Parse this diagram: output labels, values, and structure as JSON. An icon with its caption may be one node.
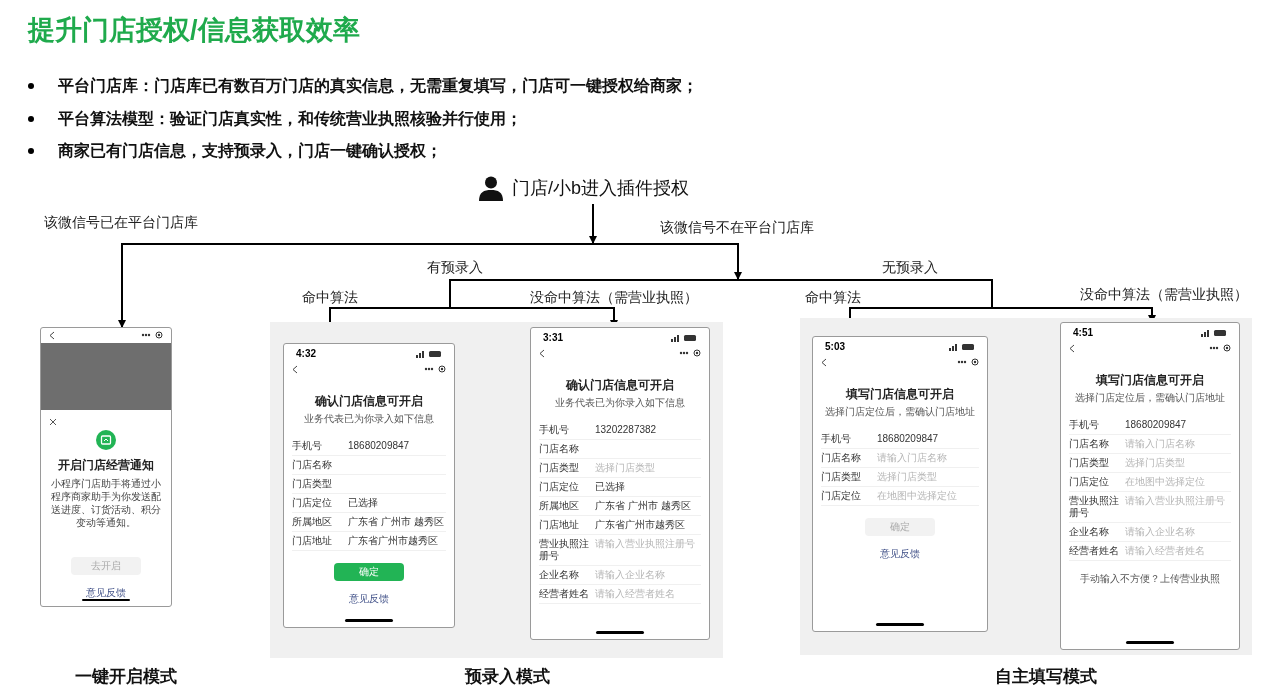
{
  "diagram": {
    "title": "提升门店授权/信息获取效率",
    "nodes": [
      {
        "text": [
          "门店/小b进入插件授权"
        ]
      },
      {
        "text": [
          "开启门店经营通知",
          "小程序门店助手将通过小程序商家助手为你发送配送进度、订货活动、积分变动等通知。",
          "去开启",
          "意见反馈"
        ],
        "beside": [
          "一键开启模式"
        ]
      },
      {
        "text": [],
        "shape": "box",
        "beside": [
          "预录入模式"
        ]
      },
      {
        "text": [
          "4:32",
          "确认门店信息可开启",
          "业务代表已为你录入如下信息",
          "手机号",
          "18680209847",
          "门店名称",
          "门店类型",
          "门店定位",
          "已选择",
          "所属地区",
          "广东省 广州市 越秀区",
          "门店地址",
          "广东省广州市越秀区",
          "确定",
          "意见反馈"
        ],
        "in": 2
      },
      {
        "text": [
          "3:31",
          "确认门店信息可开启",
          "业务代表已为你录入如下信息",
          "手机号",
          "13202287382",
          "门店名称",
          "门店类型",
          "选择门店类型",
          "门店定位",
          "已选择",
          "所属地区",
          "广东省 广州市 越秀区",
          "门店地址",
          "广东省广州市越秀区",
          "营业执照注册号",
          "请输入营业执照注册号",
          "企业名称",
          "请输入企业名称",
          "经营者姓名",
          "请输入经营者姓名"
        ],
        "in": 2
      },
      {
        "text": [],
        "shape": "box",
        "beside": [
          "自主填写模式"
        ]
      },
      {
        "text": [
          "5:03",
          "填写门店信息可开启",
          "选择门店定位后，需确认门店地址",
          "手机号",
          "18680209847",
          "门店名称",
          "请输入门店名称",
          "门店类型",
          "选择门店类型",
          "门店定位",
          "在地图中选择定位",
          "确定",
          "意见反馈"
        ],
        "in": 5
      },
      {
        "text": [
          "4:51",
          "填写门店信息可开启",
          "选择门店定位后，需确认门店地址",
          "手机号",
          "18680209847",
          "门店名称",
          "请输入门店名称",
          "门店类型",
          "选择门店类型",
          "门店定位",
          "在地图中选择定位",
          "营业执照注册号",
          "请输入营业执照注册号",
          "企业名称",
          "请输入企业名称",
          "经营者姓名",
          "请输入经营者姓名",
          "手动输入不方便？上传营业执照"
        ],
        "in": 5
      }
    ],
    "edges": [
      {
        "from": 0,
        "to": 1,
        "arrow": "to",
        "label": "该微信号已在平台门店库"
      },
      {
        "from": 0,
        "to": 3,
        "arrow": "to",
        "label": "命中算法"
      },
      {
        "from": 0,
        "to": 4,
        "arrow": "to",
        "label": "没命中算法（需营业执照）"
      },
      {
        "from": 0,
        "to": 6,
        "arrow": "to",
        "label": "命中算法"
      },
      {
        "from": 0,
        "to": 7,
        "arrow": "to",
        "label": "没命中算法（需营业执照）"
      }
    ],
    "labels": [
      "平台门店库：门店库已有数百万门店的真实信息，无需重复填写，门店可一键授权给商家；",
      "平台算法模型：验证门店真实性，和传统营业执照核验并行使用；",
      "商家已有门店信息，支持预录入，门店一键确认授权；",
      "该微信号不在平台门店库",
      "有预录入",
      "无预录入"
    ]
  }
}
